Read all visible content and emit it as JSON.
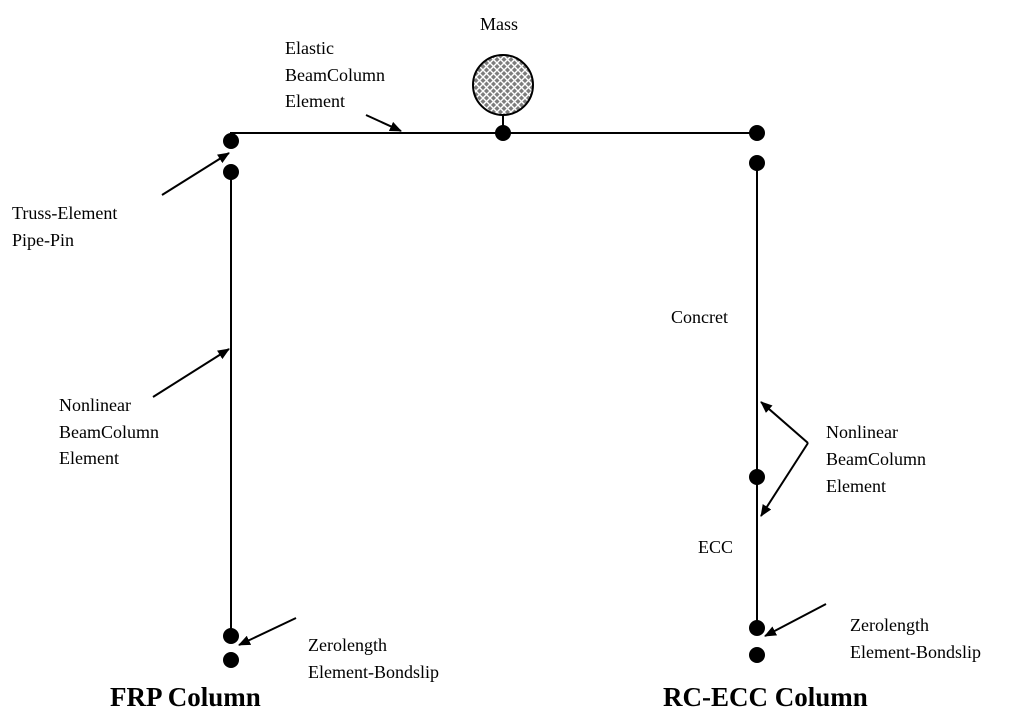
{
  "labels": {
    "mass": "Mass",
    "elastic_beam": [
      "Elastic",
      "BeamColumn",
      "Element"
    ],
    "truss_pin": [
      "Truss-Element",
      "Pipe-Pin"
    ],
    "nonlinear_left": [
      "Nonlinear",
      "BeamColumn",
      "Element"
    ],
    "nonlinear_right": [
      "Nonlinear",
      "BeamColumn",
      "Element"
    ],
    "concret": "Concret",
    "ecc": "ECC",
    "zerolength_left": [
      "Zerolength",
      "Element-Bondslip"
    ],
    "zerolength_right": [
      "Zerolength",
      "Element-Bondslip"
    ]
  },
  "titles": {
    "frp": "FRP Column",
    "rcecc": "RC-ECC Column"
  },
  "colors": {
    "line": "#000000",
    "mass_fill": "#8a8a8a",
    "mass_hatch": "#ffffff"
  }
}
